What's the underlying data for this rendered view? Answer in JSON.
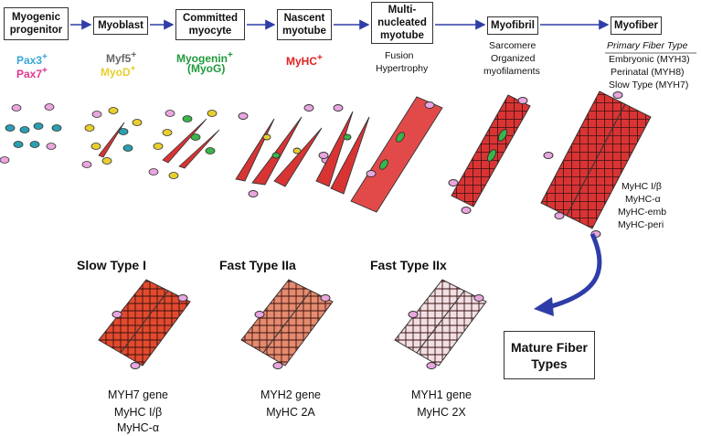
{
  "stages": [
    {
      "label": "Myogenic progenitor"
    },
    {
      "label": "Myoblast"
    },
    {
      "label": "Committed myocyte"
    },
    {
      "label": "Nascent myotube"
    },
    {
      "label": "Multi- nucleated myotube"
    },
    {
      "label": "Myofibril"
    },
    {
      "label": "Myofiber"
    }
  ],
  "markers": {
    "pax3": "Pax3",
    "pax7": "Pax7",
    "myf5": "Myf5",
    "myod": "MyoD",
    "myogenin": "Myogenin",
    "myog": "(MyoG)",
    "myhc": "MyHC",
    "plus": "+"
  },
  "notes": {
    "fusion": "Fusion",
    "hypertrophy": "Hypertrophy",
    "sarcomere": "Sarcomere",
    "organized": "Organized",
    "myofilaments": "myofilaments",
    "primary_title": "Primary Fiber Type",
    "primary_1": "Embryonic (MYH3)",
    "primary_2": "Perinatal (MYH8)",
    "primary_3": "Slow Type (MYH7)"
  },
  "myofiber_isoforms": [
    "MyHC I/β",
    "MyHC-α",
    "MyHC-emb",
    "MyHC-peri"
  ],
  "fiber_types": [
    {
      "title": "Slow Type I",
      "lines": [
        "MYH7 gene",
        "MyHC I/β",
        "MyHC-α"
      ]
    },
    {
      "title": "Fast Type IIa",
      "lines": [
        "MYH2 gene",
        "MyHC 2A"
      ]
    },
    {
      "title": "Fast Type IIx",
      "lines": [
        "MYH1 gene",
        "MyHC 2X"
      ]
    }
  ],
  "mature_label": "Mature Fiber Types",
  "colors": {
    "pax3": "#3aa6d6",
    "pax7": "#e0388f",
    "myf5": "#666666",
    "myod": "#e8cf2e",
    "myogenin": "#1f9a3c",
    "myhc": "#e02020",
    "nucleus_pink": "#e9a6df",
    "nucleus_teal": "#2c9fb0",
    "nucleus_green": "#39b54a",
    "fiber_red": "#d93434",
    "arrow_blue": "#2f3da8"
  }
}
